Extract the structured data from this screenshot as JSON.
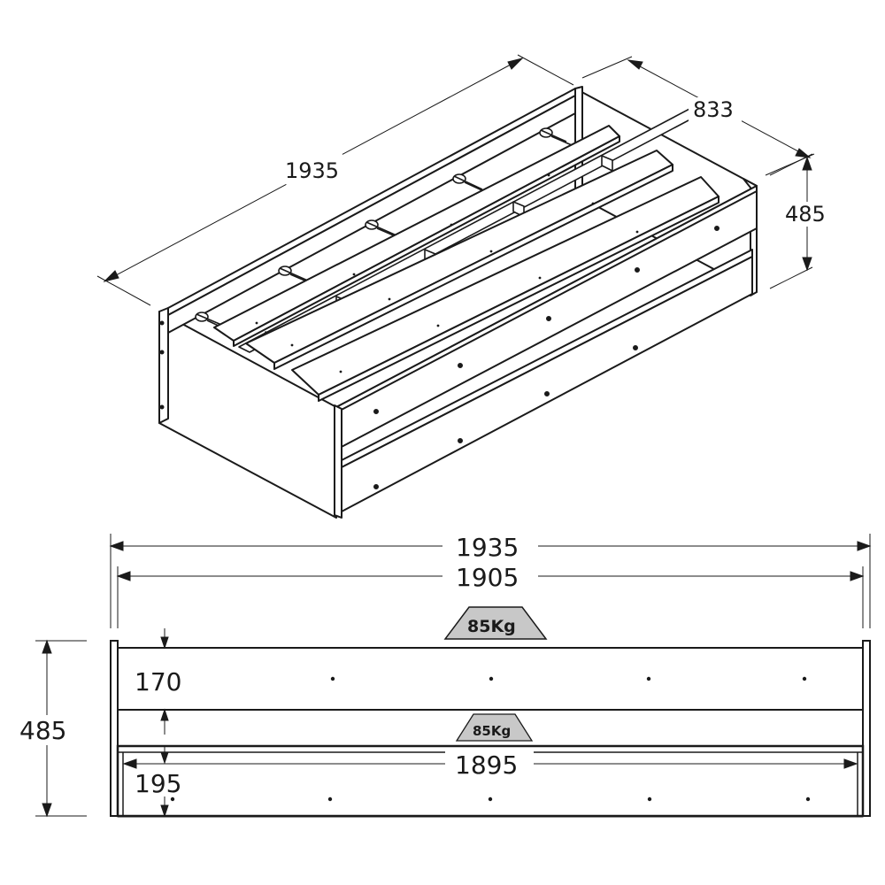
{
  "isometric_view": {
    "length_label": "1935",
    "depth_label": "833",
    "height_label": "485"
  },
  "front_view": {
    "overall_width_label": "1935",
    "inner_width_label": "1905",
    "drawer_width_label": "1895",
    "height_label": "485",
    "top_panel_height_label": "170",
    "drawer_height_label": "195",
    "top_load_label": "85Kg",
    "drawer_load_label": "85Kg"
  },
  "colors": {
    "line": "#1a1a1a",
    "load_fill": "#c8c8c8"
  }
}
